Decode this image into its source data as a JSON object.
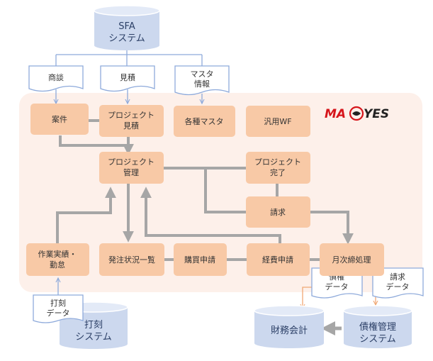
{
  "systems": {
    "sfa": [
      "SFA",
      "システム"
    ],
    "dakoku": [
      "打刻",
      "システム"
    ],
    "zaimu": [
      "財務会計"
    ],
    "saiken": [
      "債権管理",
      "システム"
    ]
  },
  "documents": {
    "shodan": [
      "商談"
    ],
    "mitsumori": [
      "見積"
    ],
    "master_info": [
      "マスタ",
      "情報"
    ],
    "dakoku_data": [
      "打刻",
      "データ"
    ],
    "saiken_data": [
      "債権",
      "データ"
    ],
    "seikyu_data": [
      "請求",
      "データ"
    ]
  },
  "processes": {
    "anken": [
      "案件"
    ],
    "pj_mitsumori": [
      "プロジェクト",
      "見積"
    ],
    "kakushu_master": [
      "各種マスタ"
    ],
    "hanyo_wf": [
      "汎用WF"
    ],
    "pj_kanri": [
      "プロジェクト",
      "管理"
    ],
    "pj_kanryo": [
      "プロジェクト",
      "完了"
    ],
    "seikyu": [
      "請求"
    ],
    "sagyo": [
      "作業実績・",
      "勤怠"
    ],
    "hatchu": [
      "発注状況一覧"
    ],
    "kobai": [
      "購買申請"
    ],
    "keihi": [
      "経費申請"
    ],
    "getsuji": [
      "月次締処理"
    ]
  },
  "logo": {
    "text": "MAEYES"
  },
  "colors": {
    "panel_bg": "#fdf0ea",
    "process_fill": "#f8c9a6",
    "db_fill": "#ccd8ee",
    "doc_border": "#8eaadb",
    "connector": "#a6a6a6",
    "import_arrow": "#f0a875",
    "logo_red": "#d6151b"
  }
}
